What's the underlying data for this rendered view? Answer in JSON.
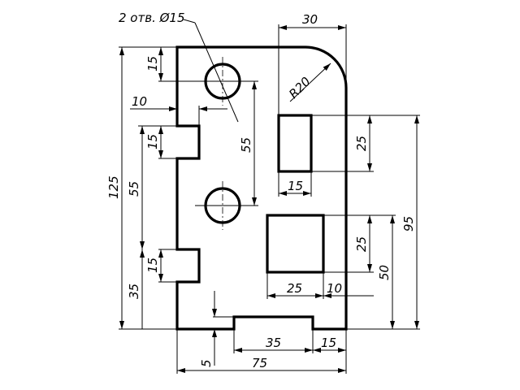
{
  "drawing": {
    "hole_note": "2 отв. Ø15",
    "dims": {
      "top_width": "30",
      "radius": "R20",
      "top_hole_offset": "15",
      "left_offset": "10",
      "notch1_height": "15",
      "hole_spacing": "55",
      "left_spacing": "55",
      "total_height": "125",
      "notch2_height": "15",
      "bottom_left": "35",
      "rect1_height": "25",
      "rect1_width": "15",
      "rect2_height": "25",
      "rect2_width": "25",
      "rect2_right": "10",
      "right_95": "95",
      "right_50": "50",
      "slot_width": "35",
      "slot_right": "15",
      "slot_depth": "5",
      "total_width": "75"
    },
    "line_color": "#000000"
  }
}
